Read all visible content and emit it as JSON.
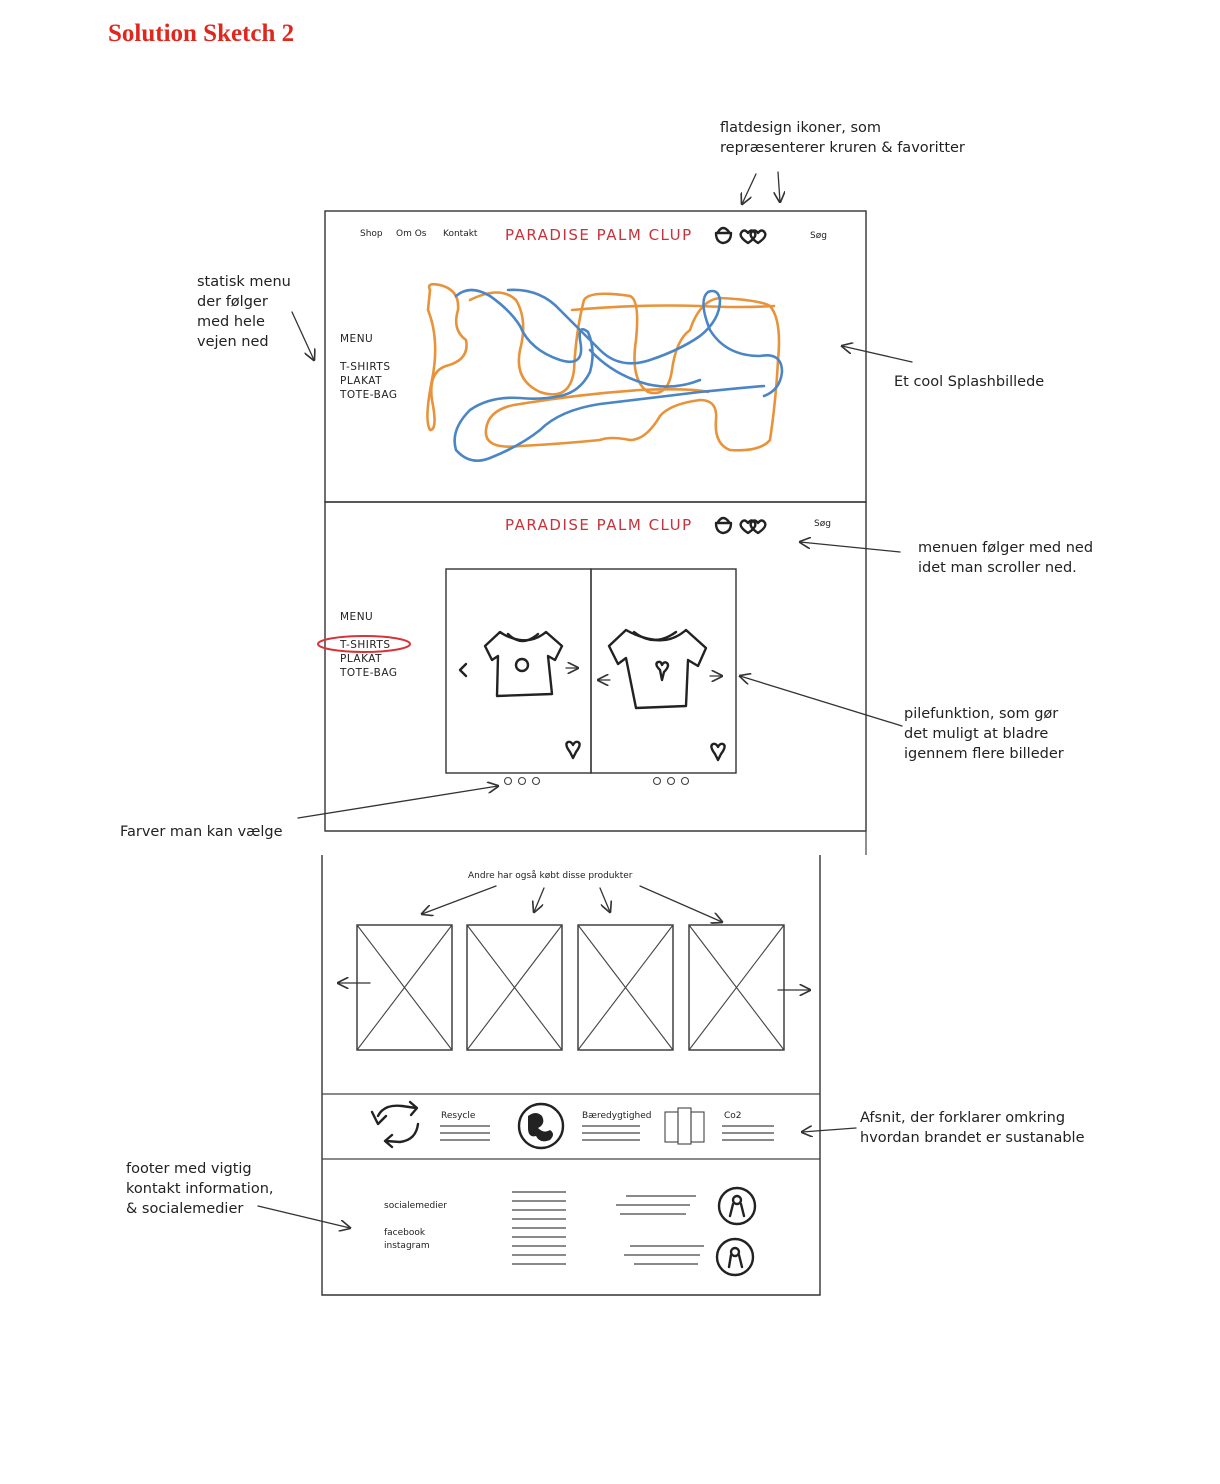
{
  "title": "Solution Sketch 2",
  "annotations": {
    "icons_note_1": "flatdesign ikoner, som",
    "icons_note_2": "repræsenterer kruren & favoritter",
    "static_menu_1": "statisk menu",
    "static_menu_2": "der følger",
    "static_menu_3": "med hele",
    "static_menu_4": "vejen ned",
    "splash": "Et cool Splashbillede",
    "menu_follows_1": "menuen følger med ned",
    "menu_follows_2": "idet man scroller ned.",
    "arrow_fn_1": "pilefunktion, som gør",
    "arrow_fn_2": "det muligt at bladre",
    "arrow_fn_3": "igennem flere billeder",
    "colors": "Farver man kan vælge",
    "others_bought": "Andre har også købt disse produkter",
    "sustain_1": "Afsnit, der forklarer omkring",
    "sustain_2": "hvordan brandet er sustanable",
    "footer_1": "footer med vigtig",
    "footer_2": "kontakt information,",
    "footer_3": "& socialemedier"
  },
  "frame1": {
    "nav": [
      "Shop",
      "Om Os",
      "Kontakt"
    ],
    "brand": "PARADISE PALM CLUP",
    "search": "Søg",
    "menu_heading": "MENU",
    "menu_items": [
      "T-SHIRTS",
      "PLAKAT",
      "TOTE-BAG"
    ]
  },
  "frame2": {
    "brand": "PARADISE PALM CLUP",
    "search": "Søg",
    "menu_heading": "MENU",
    "menu_items": [
      "T-SHIRTS",
      "PLAKAT",
      "TOTE-BAG"
    ]
  },
  "frame3": {
    "sustain_labels": [
      "Resycle",
      "Bæredygtighed",
      "Co2"
    ],
    "footer_social": "socialemedier",
    "footer_links": [
      "facebook",
      "instagram"
    ]
  },
  "colors": {
    "title": "#e0271e",
    "brand": "#c8323a",
    "splash_orange": "#e8933a",
    "splash_blue": "#4a86c5",
    "highlight": "#d8323a"
  }
}
